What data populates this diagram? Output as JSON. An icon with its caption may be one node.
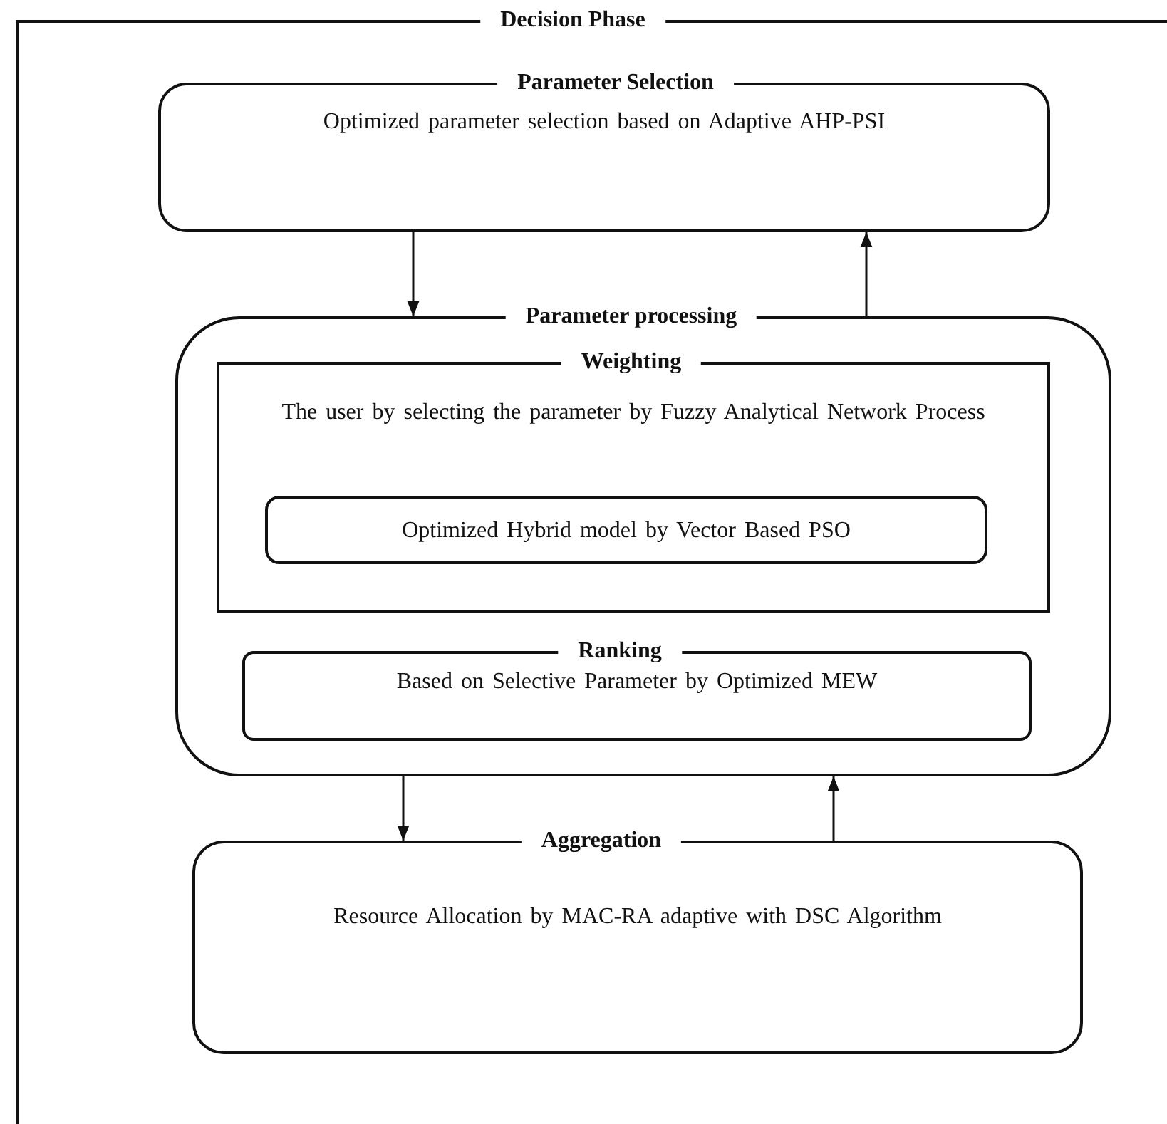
{
  "diagram": {
    "nodes": [
      {
        "text": [
          "Decision Phase"
        ]
      },
      {
        "text": [
          "Parameter Selection",
          "Optimized parameter selection based on Adaptive AHP-PSI"
        ],
        "in": 0
      },
      {
        "text": [
          "Parameter processing"
        ],
        "in": 0
      },
      {
        "text": [
          "Weighting",
          "The user by selecting the parameter by Fuzzy Analytical Network Process"
        ],
        "in": 2
      },
      {
        "text": [
          "Optimized Hybrid model by Vector Based PSO"
        ],
        "in": 3
      },
      {
        "text": [
          "Ranking",
          "Based on Selective Parameter by Optimized MEW"
        ],
        "in": 2
      },
      {
        "text": [
          "Aggregation",
          "Resource Allocation by MAC-RA adaptive with DSC Algorithm"
        ],
        "in": 0
      }
    ],
    "edges": [
      {
        "from": 1,
        "to": 2,
        "arrow": "to"
      },
      {
        "from": 2,
        "to": 1,
        "arrow": "to"
      },
      {
        "from": 2,
        "to": 6,
        "arrow": "to"
      },
      {
        "from": 6,
        "to": 2,
        "arrow": "to"
      }
    ]
  }
}
